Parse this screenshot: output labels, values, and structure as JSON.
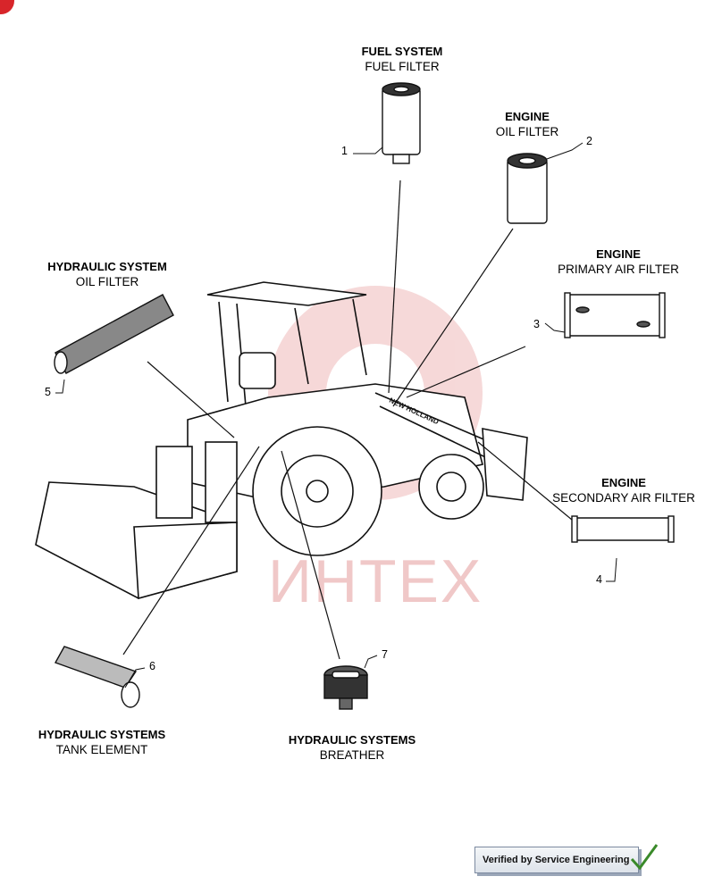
{
  "watermark": "ИНТЕХ",
  "badge": {
    "text": "Verified by Service Engineering"
  },
  "colors": {
    "corner_mark": "#d8252a",
    "watermark": "#f0c8c8",
    "badge_border": "#7c8aa0"
  },
  "callouts": [
    {
      "number": "1",
      "system": "FUEL SYSTEM",
      "part": "FUEL  FILTER"
    },
    {
      "number": "2",
      "system": "ENGINE",
      "part": "OIL FILTER"
    },
    {
      "number": "3",
      "system": "ENGINE",
      "part": "PRIMARY AIR FILTER"
    },
    {
      "number": "4",
      "system": "ENGINE",
      "part": "SECONDARY AIR FILTER"
    },
    {
      "number": "5",
      "system": "HYDRAULIC SYSTEM",
      "part": "OIL FILTER"
    },
    {
      "number": "6",
      "system": "HYDRAULIC SYSTEMS",
      "part": "TANK ELEMENT"
    },
    {
      "number": "7",
      "system": "HYDRAULIC SYSTEMS",
      "part": "BREATHER"
    }
  ]
}
